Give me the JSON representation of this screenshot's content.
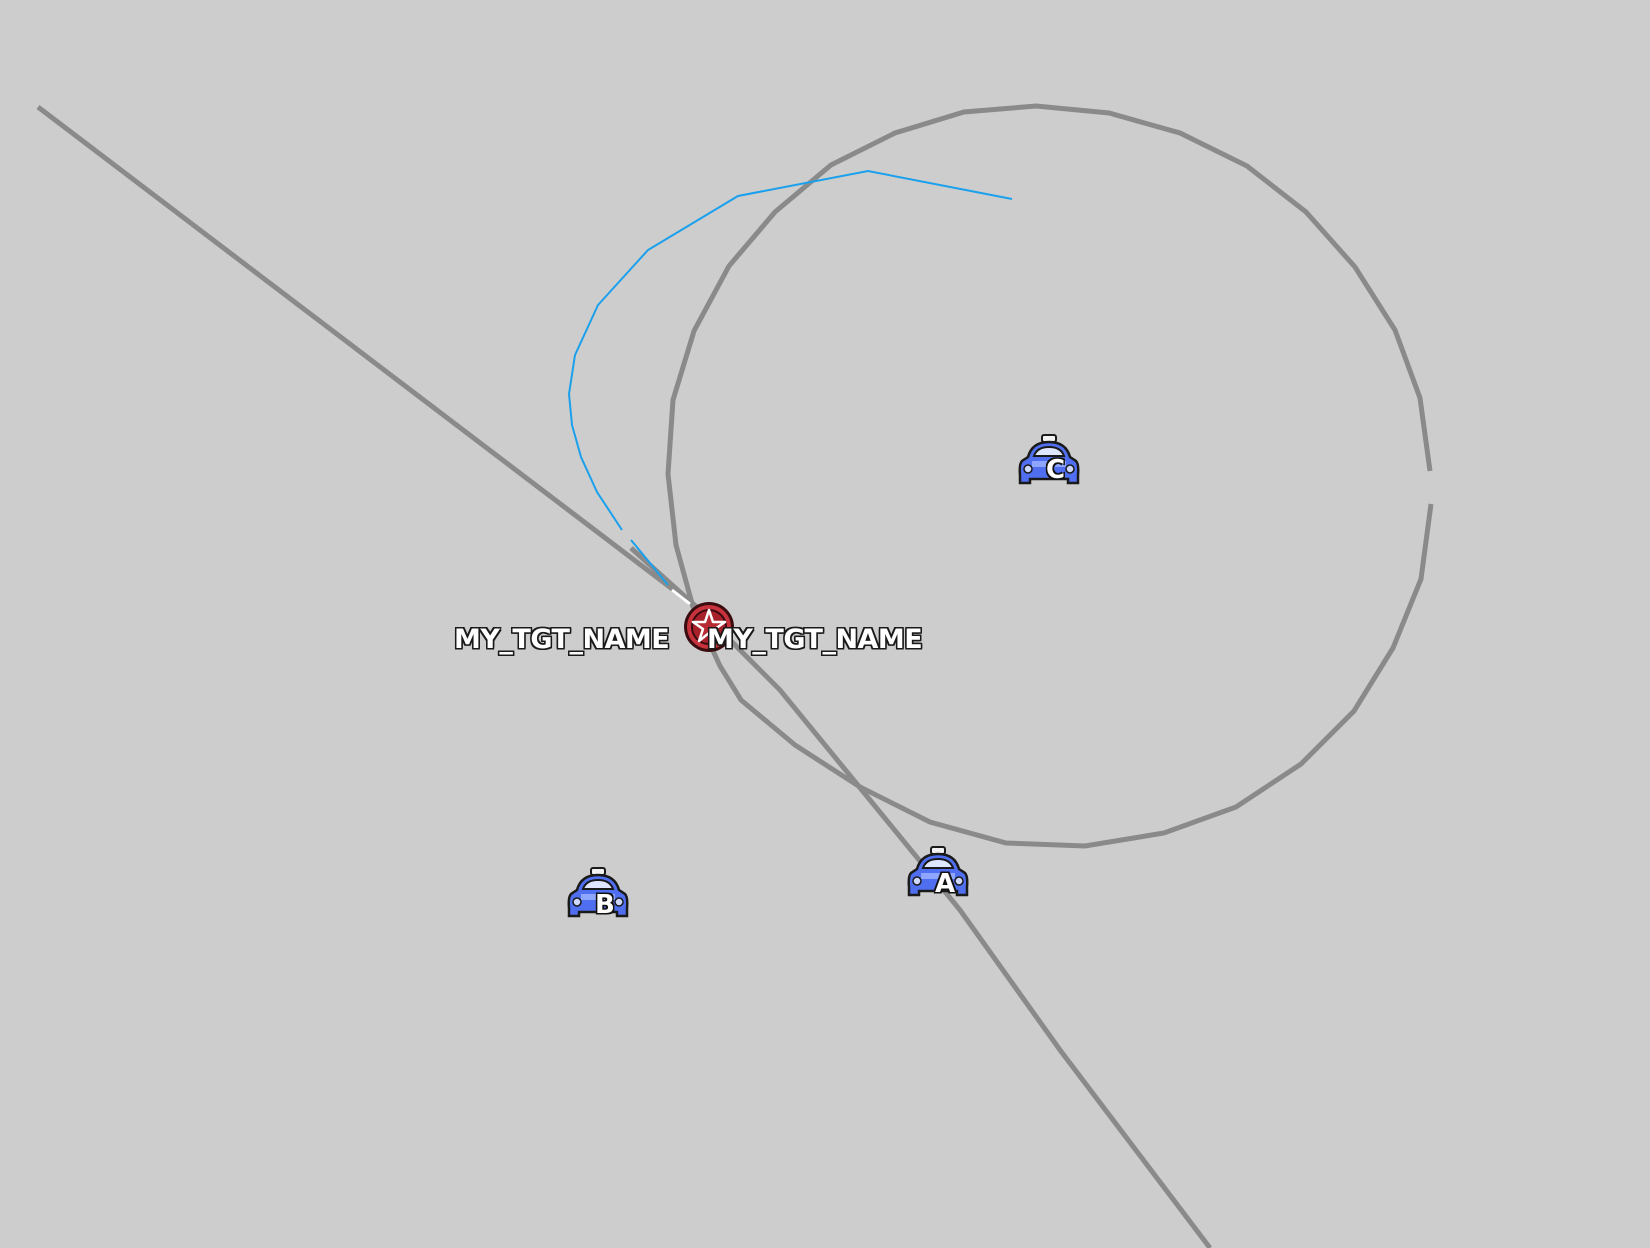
{
  "map": {
    "background": "#cdcdcd",
    "route_color": "#8a8a8a",
    "trajectory_color": "#1aa0ec"
  },
  "target": {
    "icon": "target-star-icon",
    "label_left": "MY_TGT_NAME",
    "label_right": "MY_TGT_NAME",
    "color": "#c8323c"
  },
  "units": [
    {
      "id": "A",
      "label": "A",
      "icon": "taxi-icon",
      "color": "#4f6ff0"
    },
    {
      "id": "B",
      "label": "B",
      "icon": "taxi-icon",
      "color": "#4f6ff0"
    },
    {
      "id": "C",
      "label": "C",
      "icon": "taxi-icon",
      "color": "#4f6ff0"
    }
  ]
}
